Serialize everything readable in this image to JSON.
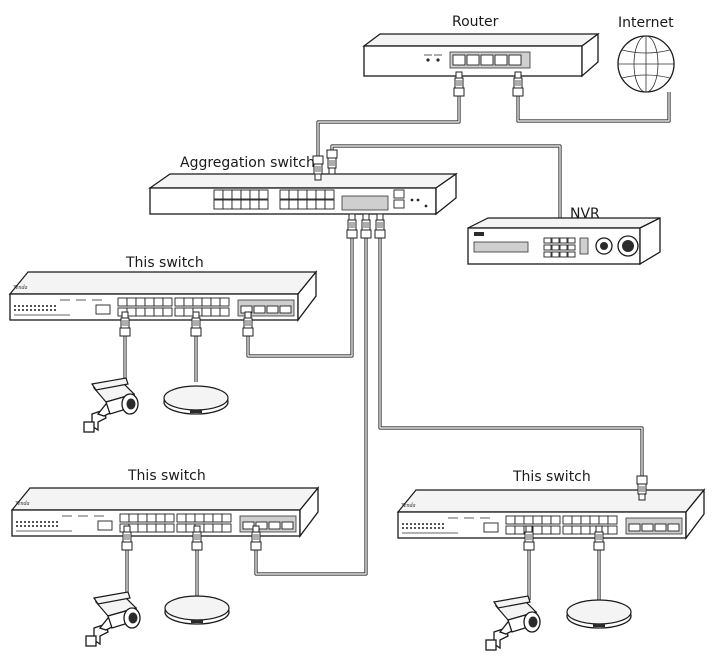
{
  "labels": {
    "router": "Router",
    "internet": "Internet",
    "aggregation": "Aggregation switch",
    "nvr": "NVR",
    "switch_left": "This switch",
    "switch_bottom_left": "This switch",
    "switch_bottom_right": "This switch"
  },
  "device_brand": "Tenda",
  "icons": [
    "router-icon",
    "globe-icon",
    "aggregation-switch-icon",
    "nvr-icon",
    "access-switch-icon",
    "camera-icon",
    "access-point-icon",
    "rj45-plug-icon"
  ],
  "colors": {
    "line": "#1a1a1a",
    "cable_fill": "#e8e8e8",
    "background": "#ffffff"
  }
}
